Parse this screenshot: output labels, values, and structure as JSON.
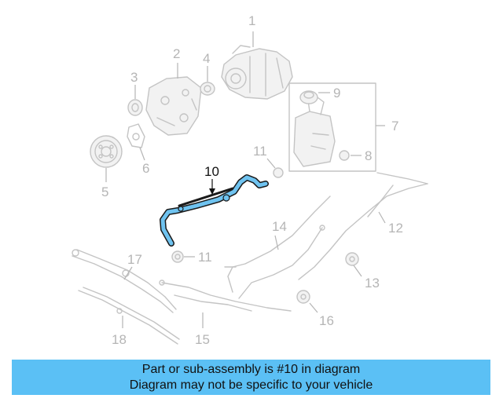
{
  "diagram": {
    "highlighted_part": "10",
    "callouts": [
      "1",
      "2",
      "3",
      "4",
      "5",
      "6",
      "7",
      "8",
      "9",
      "10",
      "11",
      "11",
      "12",
      "13",
      "14",
      "15",
      "16",
      "17",
      "18"
    ]
  },
  "banner": {
    "line1": "Part or sub-assembly is #10 in diagram",
    "line2": "Diagram may not be specific to your vehicle"
  },
  "colors": {
    "banner_background": "#5bc0f5",
    "highlight_fill": "#6fc3f0",
    "part_lines": "#c4c4c4",
    "callout_text": "#b5b5b5"
  }
}
